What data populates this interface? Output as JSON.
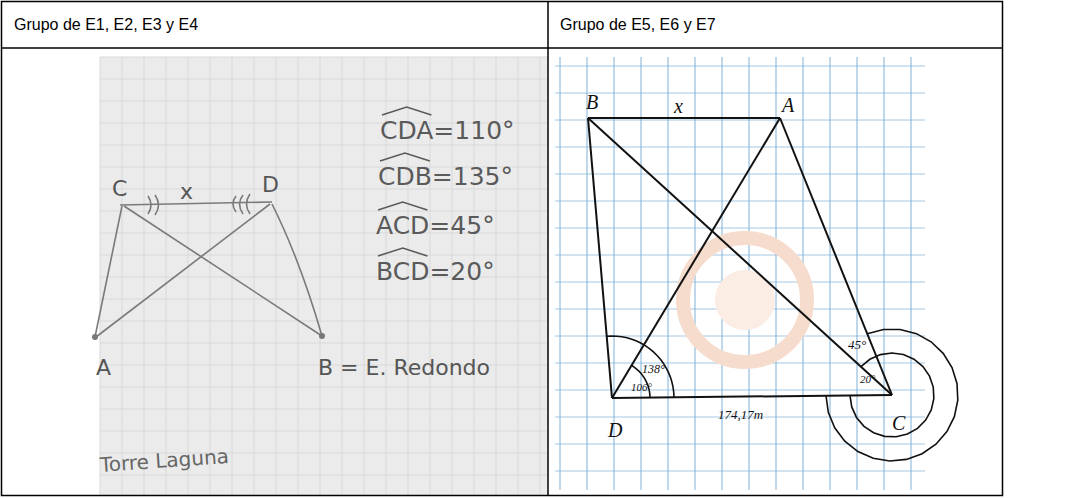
{
  "diagram": {
    "labels": [
      "Grupo de E1, E2, E3 y E4",
      "Grupo de E5, E6 y E7",
      "CDA=110°",
      "CDB=135°",
      "ACD=45°",
      "BCD=20°",
      "C",
      "x",
      "D",
      "A",
      "B = E. Redondo",
      "Torre Laguna",
      "B",
      "x",
      "A",
      "138°",
      "106°",
      "174,17m",
      "45°",
      "20°",
      "D",
      "C"
    ]
  }
}
